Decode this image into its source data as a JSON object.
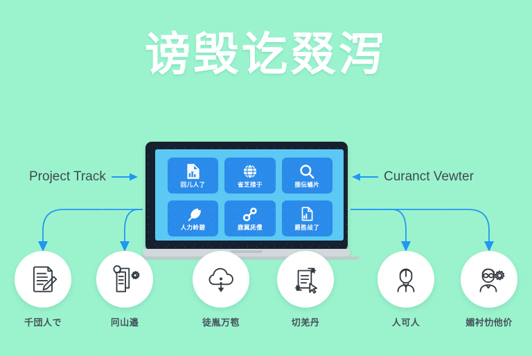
{
  "background_color": "#9bf3cd",
  "title": "谤毁讫叕泻",
  "annotations": {
    "left": {
      "label": "Project Track",
      "arrow": "arrow-right-icon",
      "color": "#2196f3"
    },
    "right": {
      "label": "Curanct Vewter",
      "arrow": "arrow-left-icon",
      "color": "#2196f3"
    }
  },
  "laptop": {
    "bezel_color": "#17202e",
    "screen_color": "#5cc8f4",
    "tile_color": "#2b8bea",
    "base_color": "#d3d8dc",
    "tiles": [
      {
        "icon": "chart-document-icon",
        "label": "回儿人了"
      },
      {
        "icon": "globe-network-icon",
        "label": "雀芝措于"
      },
      {
        "icon": "search-icon",
        "label": "捌伝蛹片"
      },
      {
        "icon": "feather-pen-icon",
        "label": "人力岭碧"
      },
      {
        "icon": "link-nodes-icon",
        "label": "鹿冀兏僼"
      },
      {
        "icon": "report-document-icon",
        "label": "爵胜敁了"
      }
    ]
  },
  "nodes": [
    {
      "icon": "document-edit-icon",
      "label": "千団人で"
    },
    {
      "icon": "documents-gear-icon",
      "label": "冋山邉"
    },
    {
      "icon": "cloud-download-icon",
      "label": "徒胤万笣"
    },
    {
      "icon": "document-transfer-icon",
      "label": "切羌丹"
    },
    {
      "icon": "user-suit-icon",
      "label": "人可人"
    },
    {
      "icon": "user-gear-icon",
      "label": "媚衬忇他价"
    }
  ],
  "connector": {
    "color": "#2196f3",
    "style": "elbow-with-arrowheads"
  }
}
